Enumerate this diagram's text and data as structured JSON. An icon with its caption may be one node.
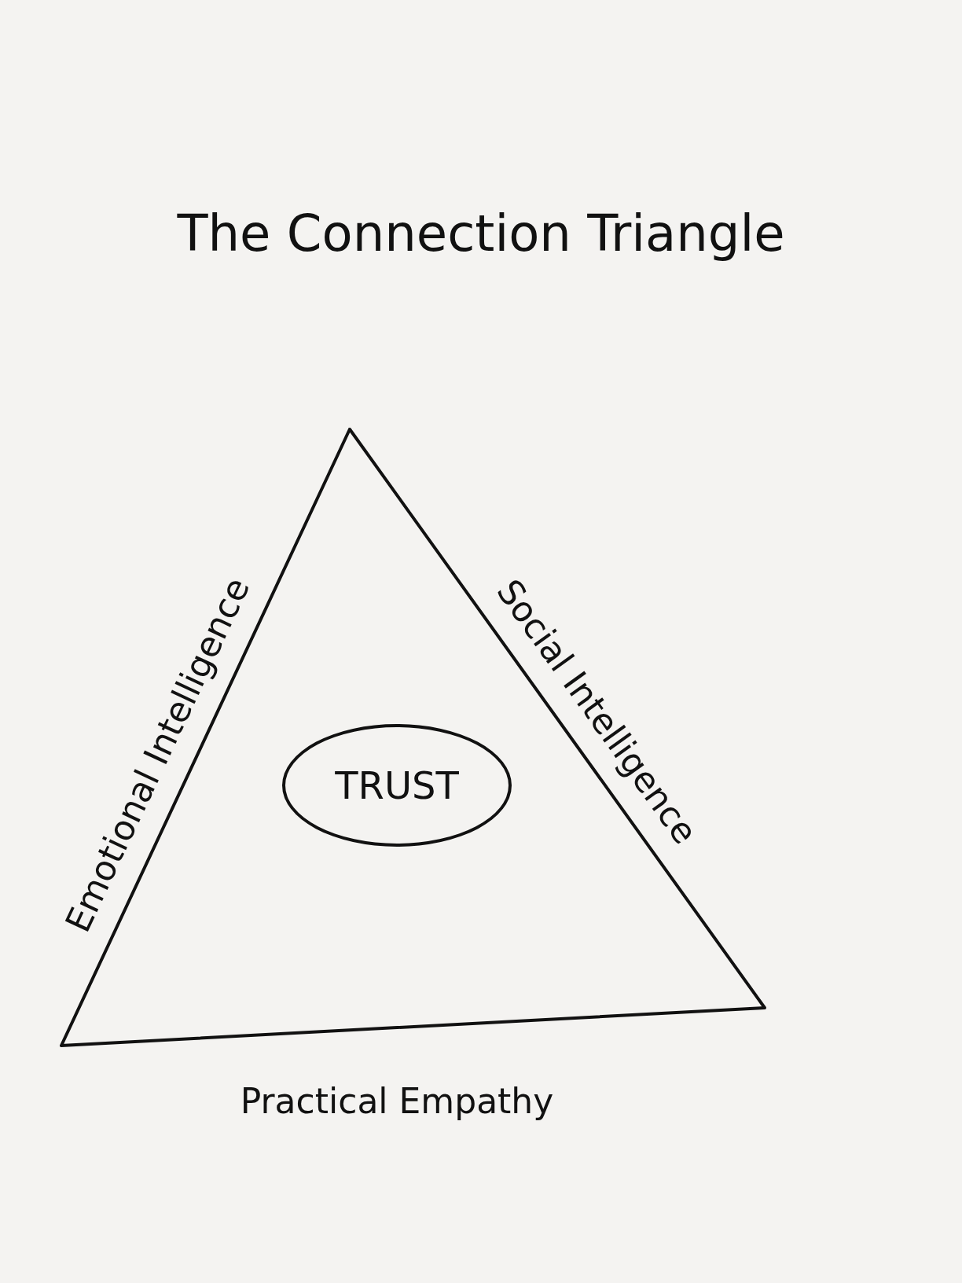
{
  "diagram": {
    "title": "The Connection Triangle",
    "nodes": [
      {
        "text": [],
        "shape": "triangle"
      },
      {
        "text": [
          "TRUST"
        ],
        "in": 0
      }
    ],
    "labels": [
      "Emotional Intelligence",
      "Social Intelligence",
      "Practical Empathy"
    ]
  }
}
